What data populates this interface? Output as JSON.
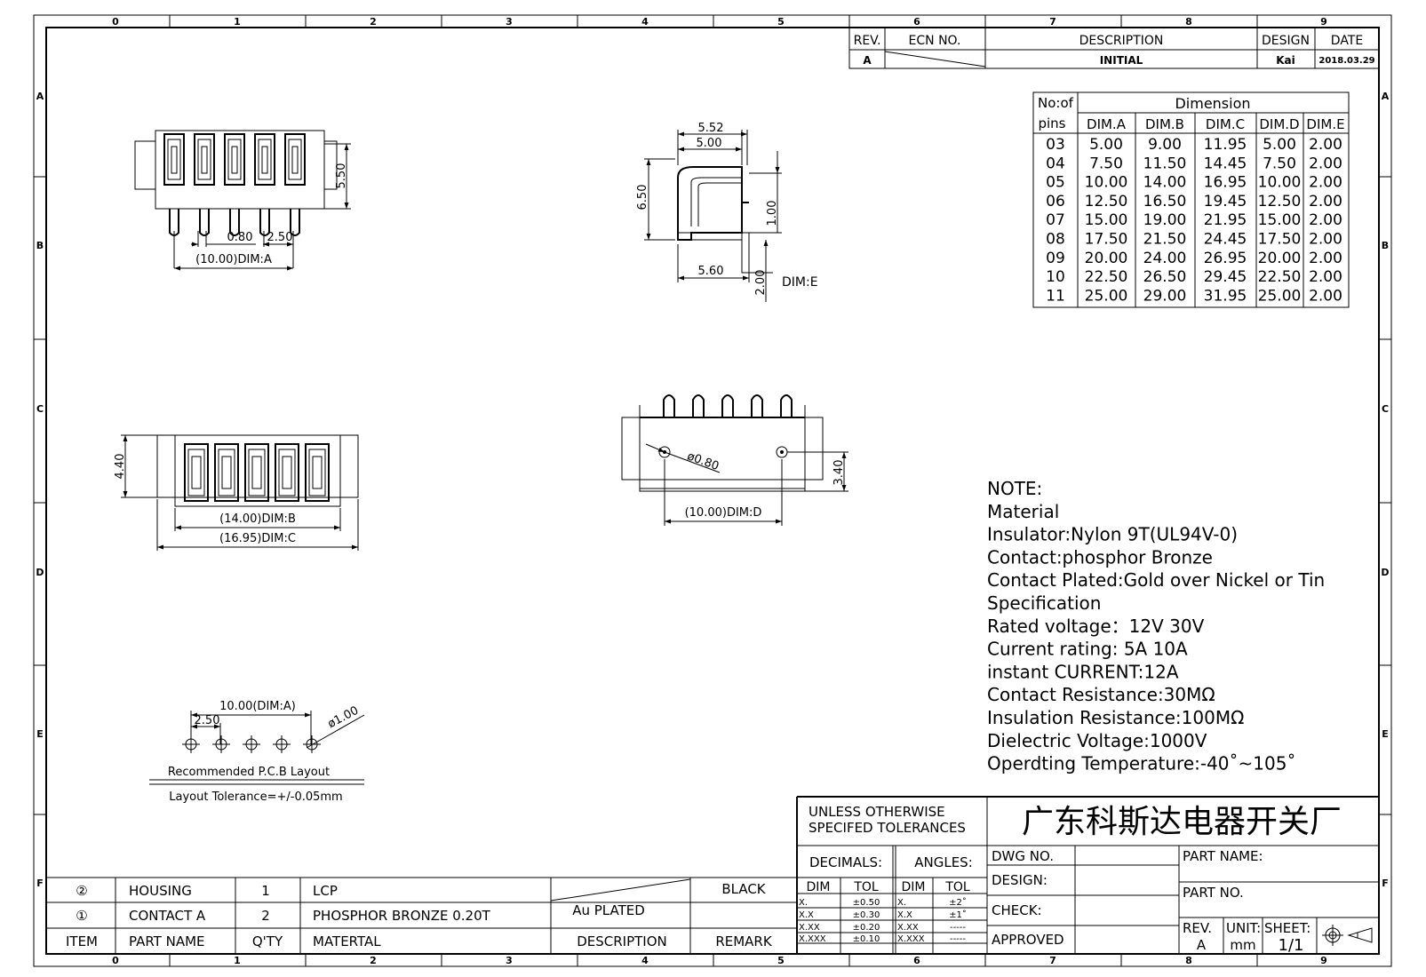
{
  "frame": {
    "col_labels": [
      "0",
      "1",
      "2",
      "3",
      "4",
      "5",
      "6",
      "7",
      "8",
      "9"
    ],
    "row_labels": [
      "A",
      "B",
      "C",
      "D",
      "E",
      "F"
    ]
  },
  "revision": {
    "h_rev": "REV.",
    "h_ecn": "ECN NO.",
    "h_desc": "DESCRIPTION",
    "h_design": "DESIGN",
    "h_date": "DATE",
    "rev": "A",
    "desc": "INITIAL",
    "designer": "Kai",
    "date": "2018.03.29"
  },
  "dimension_table": {
    "h_pins_1": "No:of",
    "h_pins_2": "pins",
    "h_group": "Dimension",
    "columns": [
      "DIM.A",
      "DIM.B",
      "DIM.C",
      "DIM.D",
      "DIM.E"
    ],
    "rows": [
      [
        "03",
        "5.00",
        "9.00",
        "11.95",
        "5.00",
        "2.00"
      ],
      [
        "04",
        "7.50",
        "11.50",
        "14.45",
        "7.50",
        "2.00"
      ],
      [
        "05",
        "10.00",
        "14.00",
        "16.95",
        "10.00",
        "2.00"
      ],
      [
        "06",
        "12.50",
        "16.50",
        "19.45",
        "12.50",
        "2.00"
      ],
      [
        "07",
        "15.00",
        "19.00",
        "21.95",
        "15.00",
        "2.00"
      ],
      [
        "08",
        "17.50",
        "21.50",
        "24.45",
        "17.50",
        "2.00"
      ],
      [
        "09",
        "20.00",
        "24.00",
        "26.95",
        "20.00",
        "2.00"
      ],
      [
        "10",
        "22.50",
        "26.50",
        "29.45",
        "22.50",
        "2.00"
      ],
      [
        "11",
        "25.00",
        "29.00",
        "31.95",
        "25.00",
        "2.00"
      ]
    ]
  },
  "views": {
    "front_h": "5.50",
    "pin_w": "0.80",
    "pitch": "2.50",
    "dim_a": "(10.00)DIM:A",
    "side_552": "5.52",
    "side_500": "5.00",
    "side_650": "6.50",
    "side_100": "1.00",
    "side_560": "5.60",
    "side_200": "2.00",
    "dim_e": "DIM:E",
    "bot_h": "4.40",
    "dim_b": "(14.00)DIM:B",
    "dim_c": "(16.95)DIM:C",
    "hole": "ø0.80",
    "back_h": "3.40",
    "dim_d": "(10.00)DIM:D"
  },
  "pcb": {
    "span": "10.00(DIM:A)",
    "pitch": "2.50",
    "dia": "ø1.00",
    "title": "Recommended P.C.B Layout",
    "tolerance": "Layout Tolerance=+/-0.05mm"
  },
  "notes": [
    "NOTE:",
    "Material",
    "Insulator:Nylon 9T(UL94V-0)",
    "Contact:phosphor Bronze",
    "Contact Plated:Gold over Nickel or Tin",
    "Specification",
    "Rated voltage：12V 30V",
    "Current rating:  5A 10A",
    "instant CURRENT:12A",
    "Contact Resistance:30MΩ",
    "Insulation Resistance:100MΩ",
    "Dielectric Voltage:1000V",
    "Operdting Temperature:-40˚~105˚"
  ],
  "bom": {
    "rows": [
      {
        "item": "②",
        "name": "HOUSING",
        "qty": "1",
        "material": "LCP",
        "desc": "",
        "remark": "BLACK"
      },
      {
        "item": "①",
        "name": "CONTACT A",
        "qty": "2",
        "material": "PHOSPHOR BRONZE 0.20T",
        "desc": "Au PLATED",
        "remark": ""
      }
    ],
    "header": {
      "item": "ITEM",
      "name": "PART NAME",
      "qty": "Q'TY",
      "material": "MATERTAL",
      "desc": "DESCRIPTION",
      "remark": "REMARK"
    }
  },
  "title_block": {
    "tol_1": "UNLESS OTHERWISE",
    "tol_2": "SPECIFED TOLERANCES",
    "company": "广东科斯达电器开关厂",
    "decimals": "DECIMALS:",
    "angles": "ANGLES:",
    "dim": "DIM",
    "tol": "TOL",
    "dec_rows": [
      [
        "X.",
        "±0.50"
      ],
      [
        "X.X",
        "±0.30"
      ],
      [
        "X.XX",
        "±0.20"
      ],
      [
        "X.XXX",
        "±0.10"
      ]
    ],
    "ang_rows": [
      [
        "X.",
        "±2˚"
      ],
      [
        "X.X",
        "±1˚"
      ],
      [
        "X.XX",
        "-----"
      ],
      [
        "X.XXX",
        "-----"
      ]
    ],
    "dwg_no": "DWG NO.",
    "design": "DESIGN:",
    "check": "CHECK:",
    "approved": "APPROVED",
    "part_name": "PART NAME:",
    "part_no": "PART NO.",
    "rev_label": "REV.",
    "rev_val": "A",
    "unit_label": "UNIT:",
    "unit_val": "mm",
    "sheet_label": "SHEET:",
    "sheet_val": "1/1"
  }
}
